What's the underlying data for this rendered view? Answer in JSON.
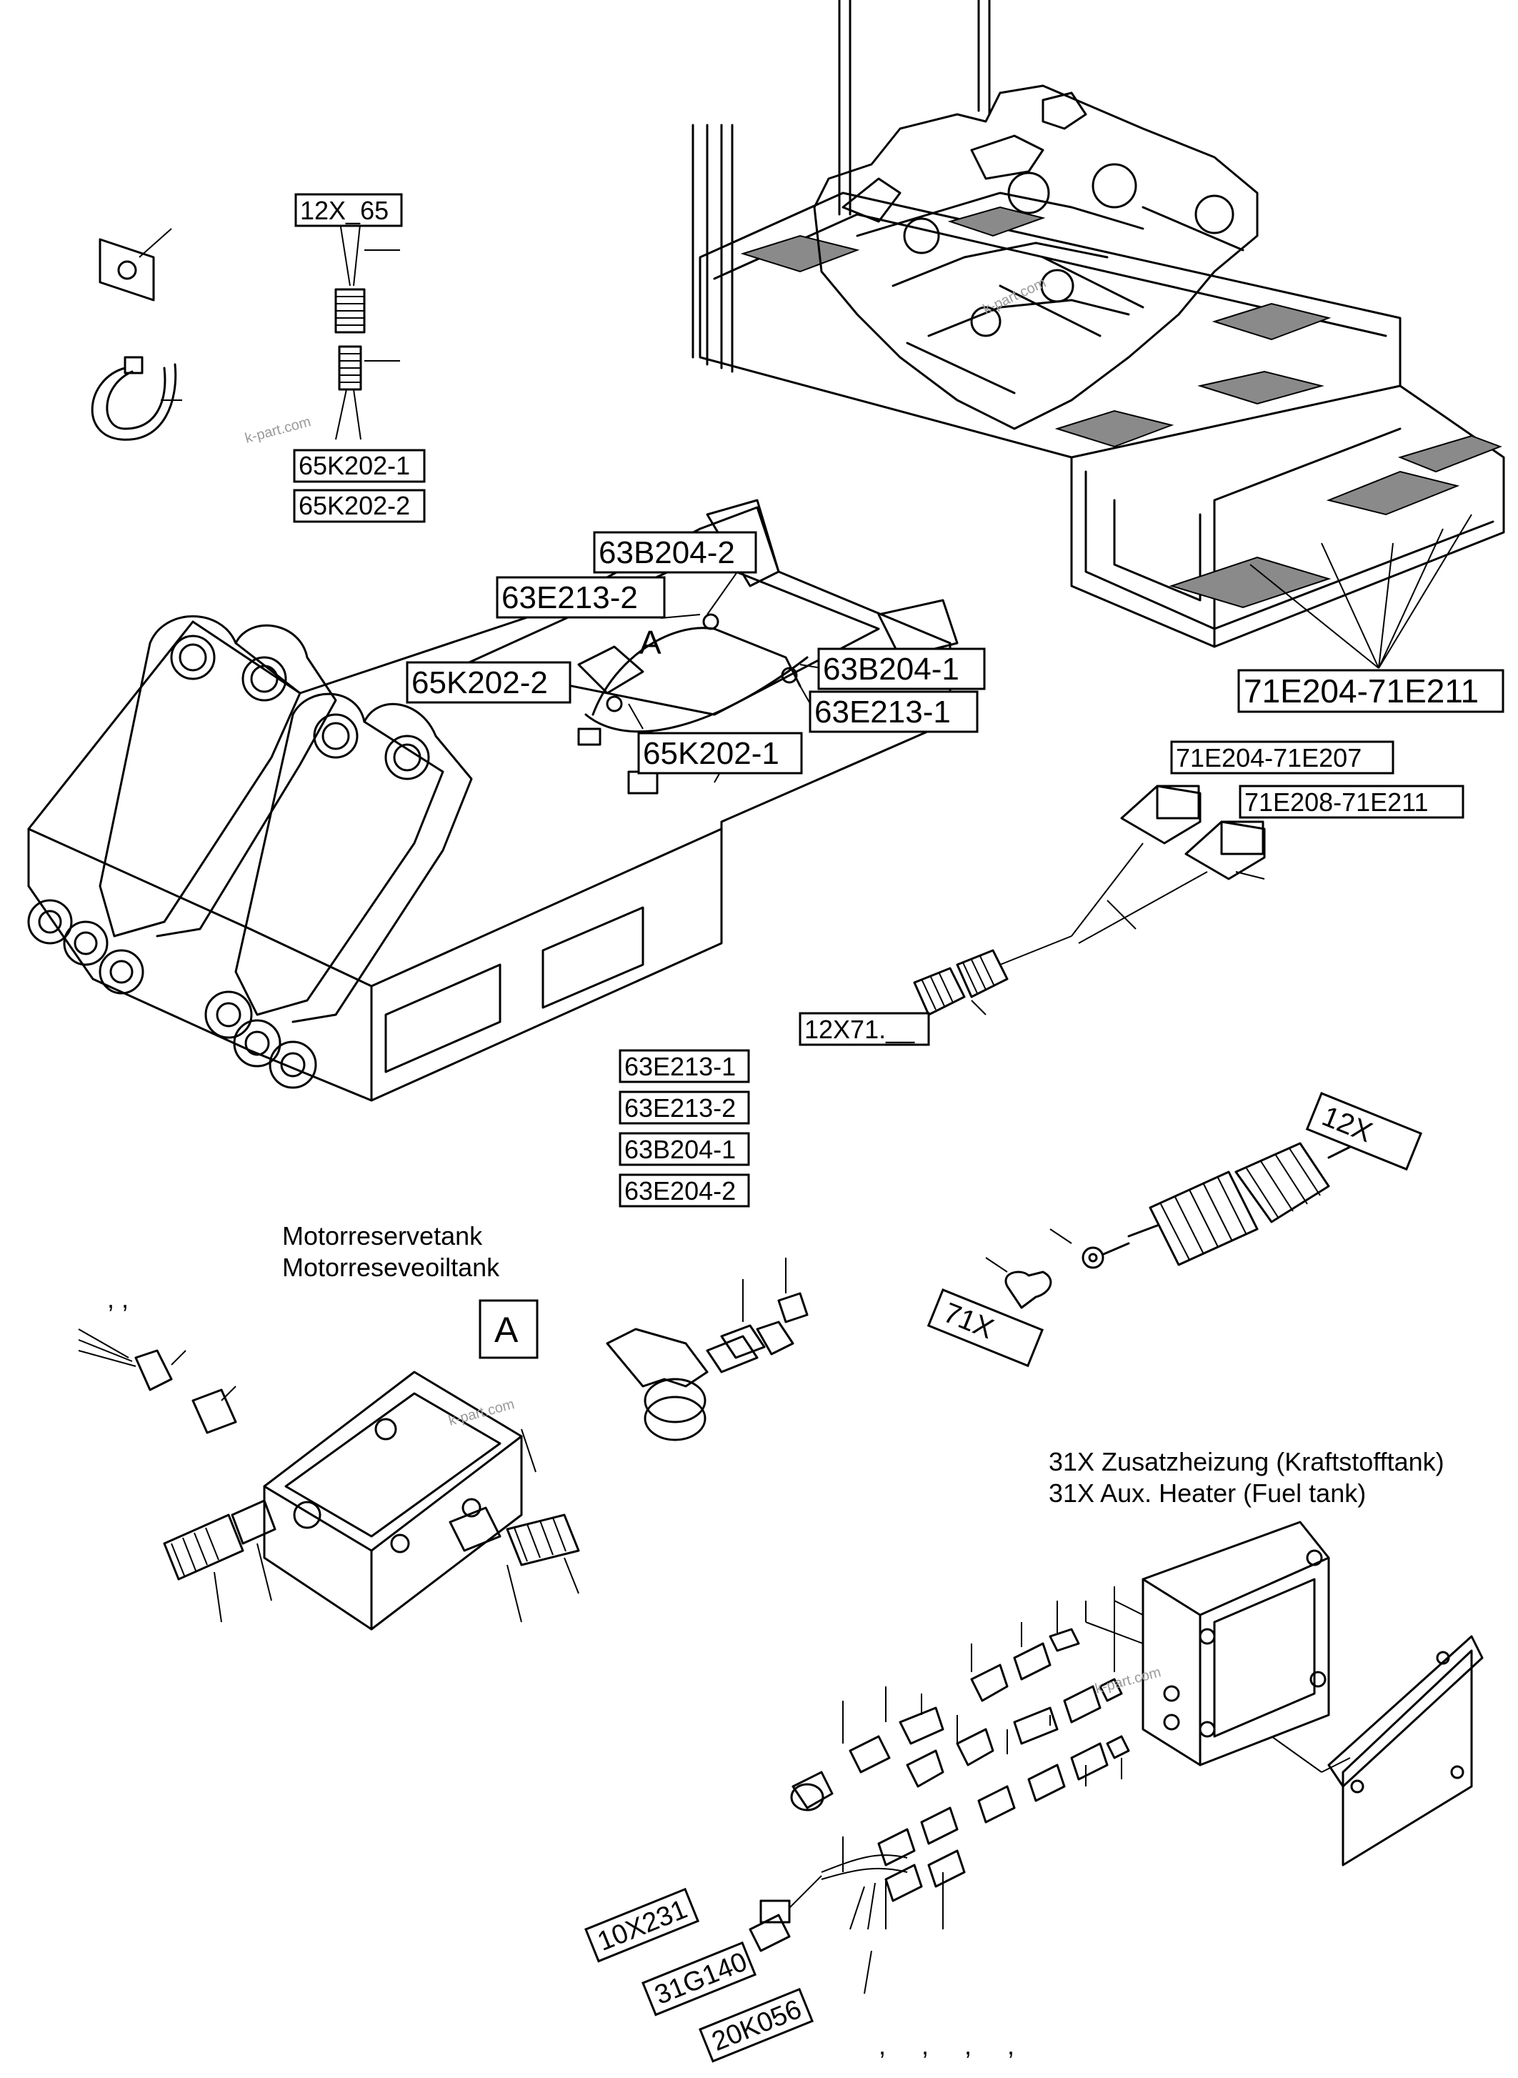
{
  "labels": {
    "l_12x65": "12X_65",
    "l_65k202_1_top": "65K202-1",
    "l_65k202_2_top": "65K202-2",
    "l_63b204_2": "63B204-2",
    "l_63e213_2": "63E213-2",
    "l_A_marker": "A",
    "l_65k202_2": "65K202-2",
    "l_63b204_1": "63B204-1",
    "l_63e213_1": "63E213-1",
    "l_65k202_1": "65K202-1",
    "l_71e204_71e211": "71E204-71E211",
    "l_71e204_71e207": "71E204-71E207",
    "l_71e208_71e211": "71E208-71E211",
    "l_12x71": "12X71.__",
    "l_list_1": "63E213-1",
    "l_list_2": "63E213-2",
    "l_list_3": "63B204-1",
    "l_list_4": "63E204-2",
    "l_12x": "12X",
    "l_71x": "71X",
    "l_10x231": "10X231",
    "l_31g140": "31G140",
    "l_20k056": "20K056",
    "l_A_box": "A"
  },
  "titles": {
    "tank_de": "Motorreservetank",
    "tank_en": "Motorreseveoiltank",
    "heater_de": "31X Zusatzheizung (Kraftstofftank)",
    "heater_en": "31X Aux. Heater (Fuel tank)"
  },
  "commas": {
    "top_left": ",   ,",
    "bottom": ",     ,     ,     ,"
  },
  "watermark": "k-part.com"
}
